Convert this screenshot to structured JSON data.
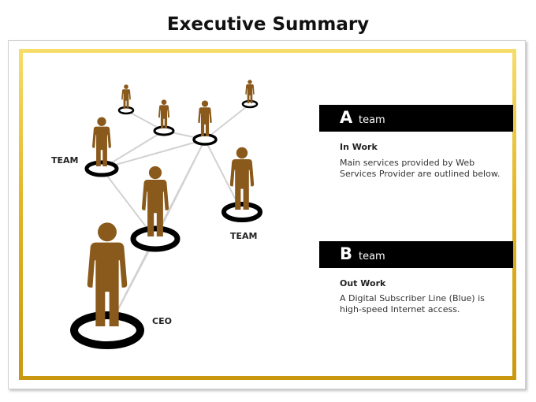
{
  "title": "Executive Summary",
  "labels": {
    "team_left": "TEAM",
    "team_right": "TEAM",
    "ceo": "CEO"
  },
  "section_a": {
    "letter": "A",
    "word": "team",
    "heading": "In Work",
    "text": "Main services provided by Web Services Provider are outlined below."
  },
  "section_b": {
    "letter": "B",
    "word": "team",
    "heading": "Out Work",
    "text": "A Digital Subscriber Line (Blue) is high-speed Internet access."
  },
  "colors": {
    "figure": "#8a5a1c",
    "ring": "#000000",
    "connector": "#d2d2d2",
    "frame_gold": "#e2b726",
    "banner": "#000000"
  }
}
